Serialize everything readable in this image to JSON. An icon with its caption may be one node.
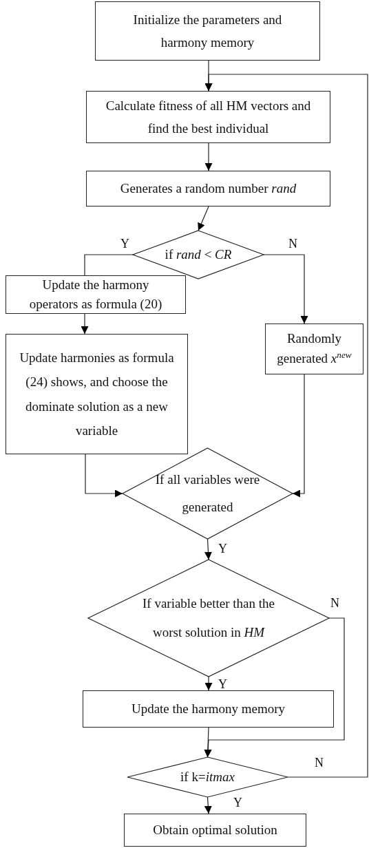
{
  "diagram": {
    "nodes": [
      {
        "text": [
          "Initialize the parameters and harmony memory"
        ]
      },
      {
        "text": [
          "Calculate fitness of all HM vectors and find the best individual"
        ]
      },
      {
        "text": [
          "Generates a random number *rand*"
        ]
      },
      {
        "text": [
          "if   *rand* < *CR*"
        ]
      },
      {
        "text": [
          "Update the harmony operators as formula (20)"
        ]
      },
      {
        "text": [
          "Update harmonies as formula (24) shows, and choose the dominate solution as a new variable"
        ]
      },
      {
        "text": [
          "Randomly generated *x*$^{new}$"
        ]
      },
      {
        "text": [
          "If all variables were generated"
        ]
      },
      {
        "text": [
          "If variable better than the worst solution in *HM*"
        ]
      },
      {
        "text": [
          "Update the harmony memory"
        ]
      },
      {
        "text": [
          "if k=*itmax*"
        ]
      },
      {
        "text": [
          "Obtain optimal solution"
        ]
      }
    ],
    "edges": [
      {
        "from": 0,
        "to": 1,
        "arrow": "to"
      },
      {
        "from": 1,
        "to": 2,
        "arrow": "to"
      },
      {
        "from": 2,
        "to": 3,
        "arrow": "to"
      },
      {
        "from": 3,
        "to": 4,
        "arrow": "none",
        "label": "Y"
      },
      {
        "from": 3,
        "to": 6,
        "arrow": "to",
        "label": "N"
      },
      {
        "from": 4,
        "to": 5,
        "arrow": "to"
      },
      {
        "from": 5,
        "to": 7,
        "arrow": "to"
      },
      {
        "from": 6,
        "to": 7,
        "arrow": "to"
      },
      {
        "from": 7,
        "to": 8,
        "arrow": "to",
        "label": "Y"
      },
      {
        "from": 8,
        "to": 9,
        "arrow": "to",
        "label": "Y"
      },
      {
        "from": 8,
        "to": 10,
        "arrow": "to",
        "label": "N"
      },
      {
        "from": 9,
        "to": 10,
        "arrow": "to"
      },
      {
        "from": 10,
        "to": 11,
        "arrow": "to",
        "label": "Y"
      },
      {
        "from": 10,
        "to": 1,
        "arrow": "to",
        "label": "N"
      }
    ]
  }
}
